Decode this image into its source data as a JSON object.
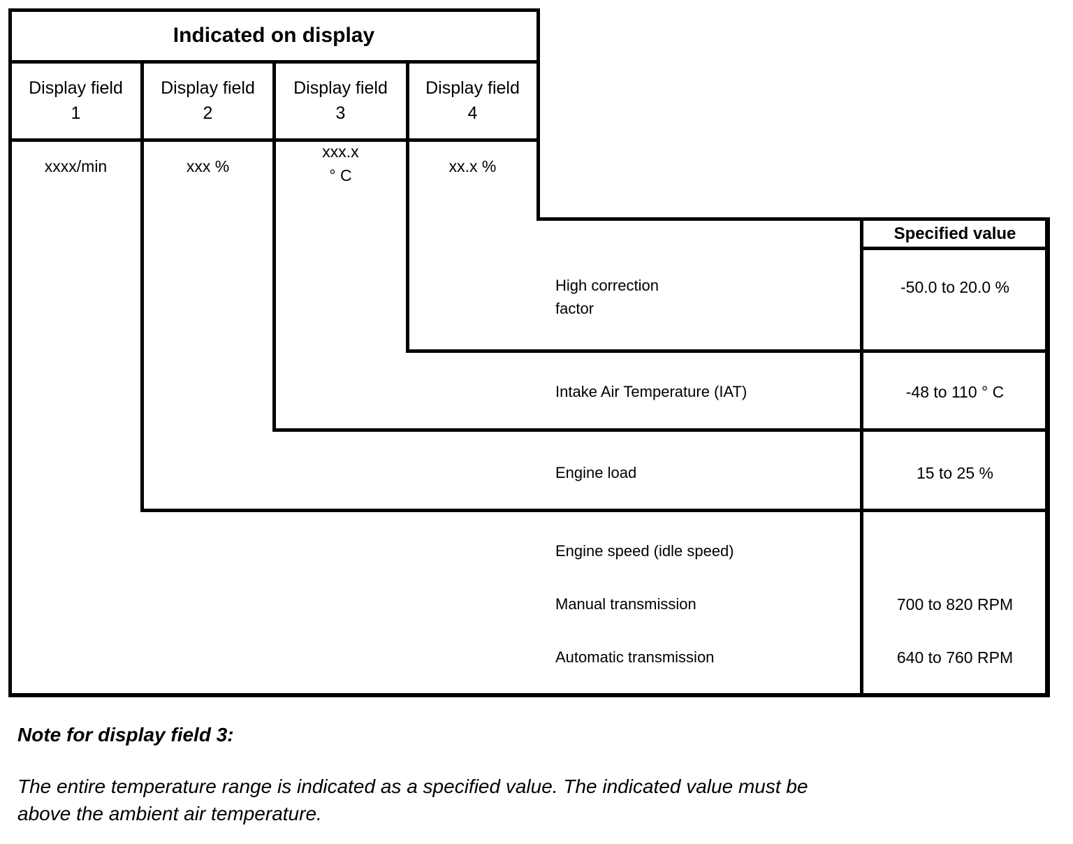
{
  "diagram": {
    "display_table": {
      "title": "Indicated on display",
      "fields": [
        {
          "name": "Display field\n1",
          "format": "xxxx/min"
        },
        {
          "name": "Display field\n2",
          "format": "xxx %"
        },
        {
          "name": "Display field\n3",
          "format": "xxx.x\n° C"
        },
        {
          "name": "Display field\n4",
          "format": "xx.x %"
        }
      ]
    },
    "specified_values": {
      "header": "Specified value",
      "rows": [
        {
          "parameter": "High correction\nfactor",
          "value": "-50.0 to 20.0 %"
        },
        {
          "parameter": "Intake Air Temperature (IAT)",
          "value": "-48 to 110 ° C"
        },
        {
          "parameter": "Engine load",
          "value": "15 to 25 %"
        },
        {
          "parameter": "Engine speed (idle speed)",
          "value": ""
        },
        {
          "parameter": "Manual transmission",
          "value": "700 to 820 RPM"
        },
        {
          "parameter": "Automatic transmission",
          "value": "640 to 760 RPM"
        }
      ]
    },
    "note": {
      "heading": "Note for display field 3:",
      "body": "The entire temperature range is indicated as a specified value. The indicated value must be\nabove the ambient air temperature."
    },
    "colors": {
      "ink": "#000000",
      "paper": "#ffffff"
    }
  }
}
